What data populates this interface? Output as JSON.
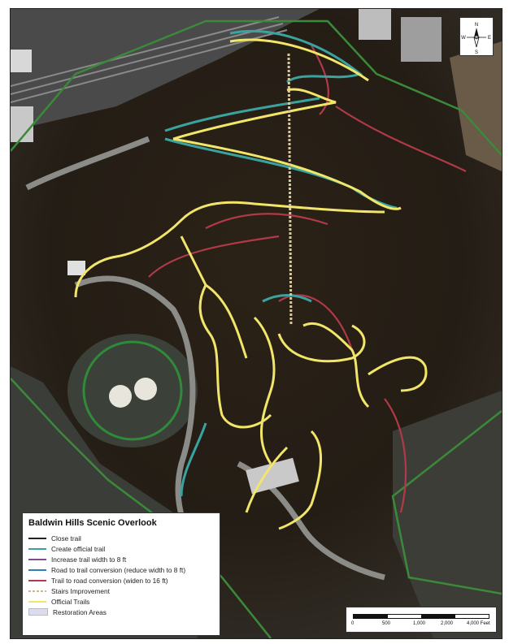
{
  "map": {
    "legend": {
      "title": "Baldwin Hills Scenic Overlook",
      "items": [
        {
          "label": "Close trail",
          "color": "#222222",
          "style": "line"
        },
        {
          "label": "Create official trail",
          "color": "#3aa3a0",
          "style": "line"
        },
        {
          "label": "Increase trail width to 8 ft",
          "color": "#7a4d8c",
          "style": "line"
        },
        {
          "label": "Road to trail conversion (reduce width to 8 ft)",
          "color": "#2d7fb8",
          "style": "line"
        },
        {
          "label": "Trail to road conversion (widen to 16 ft)",
          "color": "#b03a48",
          "style": "line"
        },
        {
          "label": "Stairs Improvement",
          "color": "#c9b98a",
          "style": "dash"
        },
        {
          "label": "Official Trails",
          "color": "#f2e66a",
          "style": "line"
        },
        {
          "label": "Restoration Areas",
          "color": "#dcdcf0",
          "style": "area"
        }
      ]
    },
    "scale_labels": [
      "0",
      "500",
      "1,000",
      "2,000",
      "4,000 Feet"
    ],
    "compass_labels": {
      "n": "N",
      "s": "S",
      "e": "E",
      "w": "W"
    },
    "colors": {
      "boundary": "#3a8a3a",
      "official_trail": "#f2e66a",
      "create_trail": "#3aa3a0",
      "road_to_trail": "#2d7fb8",
      "trail_to_road": "#b03a48",
      "stairs": "#d9c9a0"
    }
  }
}
